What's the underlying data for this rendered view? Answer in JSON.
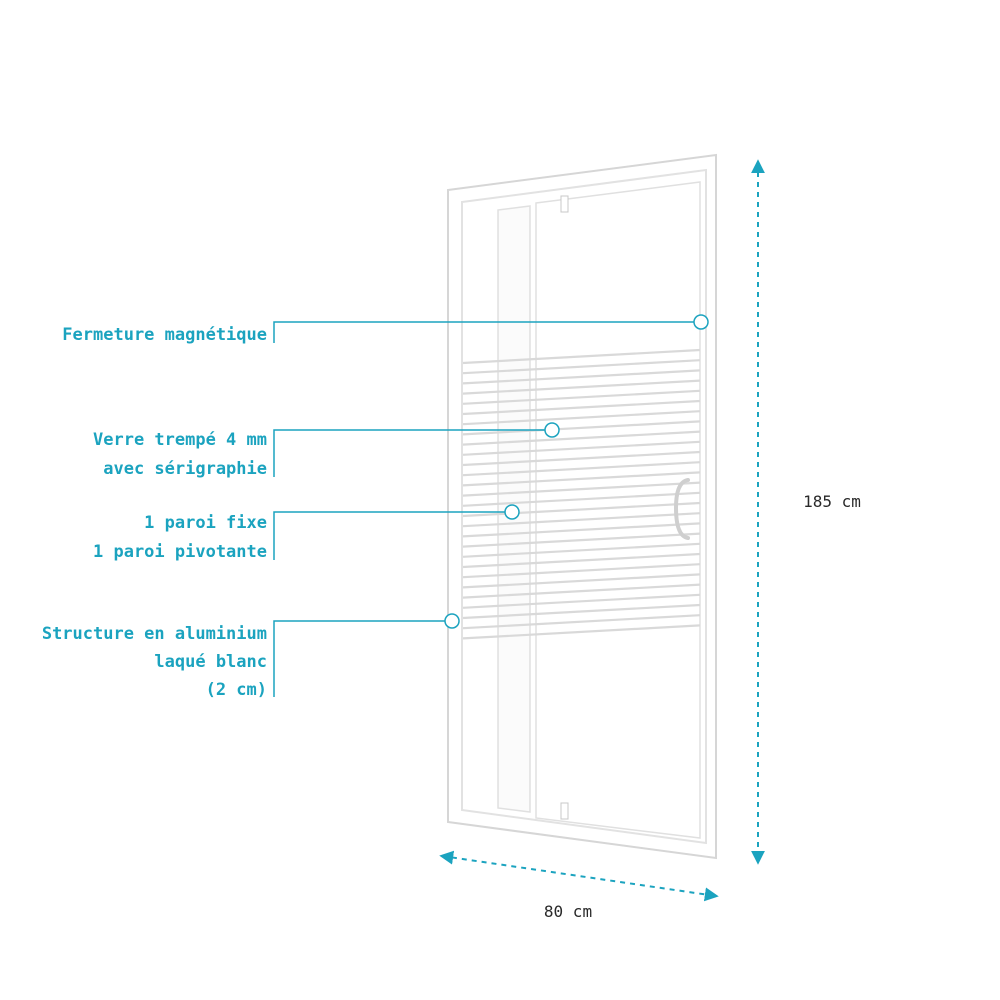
{
  "callouts": {
    "magnetic_closure": {
      "line1": "Fermeture magnétique"
    },
    "glass": {
      "line1": "Verre trempé 4 mm",
      "line2": "avec sérigraphie"
    },
    "panels": {
      "line1": "1 paroi fixe",
      "line2": "1 paroi pivotante"
    },
    "structure": {
      "line1": "Structure en aluminium",
      "line2": "laqué blanc",
      "line3": "(2 cm)"
    }
  },
  "dimensions": {
    "height": "185 cm",
    "width": "80 cm"
  },
  "colors": {
    "accent": "#1ba3bf",
    "frame": "#d8d8d8",
    "glass_edge": "#dcdcdc",
    "text": "#2a2a2a"
  }
}
